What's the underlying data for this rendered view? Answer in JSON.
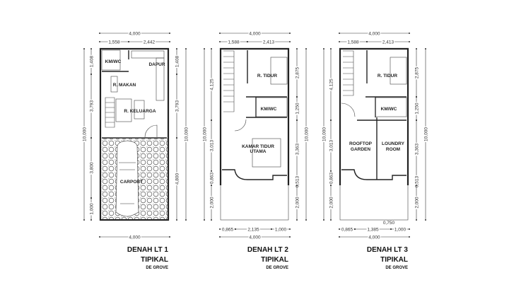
{
  "plans": [
    {
      "title": "DENAH LT 1",
      "subtitle": "TIPIKAL",
      "brand": "DE GROVE",
      "rooms": [
        "KM/WC",
        "DAPUR",
        "R. MAKAN",
        "R. KELUARGA",
        "CARPORT"
      ],
      "dims_top": [
        "4,000",
        "1,558",
        "2,442"
      ],
      "dims_left": [
        "10,000",
        "1,408",
        "3,793",
        "3,800",
        "1,000"
      ],
      "dims_right": [
        "10,000",
        "1,408",
        "3,793",
        "4,800"
      ],
      "dims_bottom": [
        "4,000"
      ]
    },
    {
      "title": "DENAH LT 2",
      "subtitle": "TIPIKAL",
      "brand": "DE GROVE",
      "rooms": [
        "R. TIDUR",
        "KM/WC",
        "KAMAR TIDUR",
        "UTAMA"
      ],
      "dims_top": [
        "4,000",
        "1,588",
        "2,413"
      ],
      "dims_left": [
        "10,000",
        "4,125",
        "3,013",
        "0,863",
        "2,000"
      ],
      "dims_right": [
        "10,000",
        "2,875",
        "1,250",
        "3,363",
        "0,513",
        "2,000"
      ],
      "dims_bottom": [
        "0,865",
        "2,135",
        "1,000",
        "4,000"
      ]
    },
    {
      "title": "DENAH LT 3",
      "subtitle": "TIPIKAL",
      "brand": "DE GROVE",
      "rooms": [
        "R. TIDUR",
        "KM/WC",
        "ROOFTOP",
        "GARDEN",
        "LOUNDRY",
        "ROOM"
      ],
      "dims_top": [
        "4,000",
        "1,588",
        "2,413"
      ],
      "dims_left": [
        "10,000",
        "4,125",
        "3,013",
        "0,863",
        "2,000"
      ],
      "dims_right": [
        "10,000",
        "2,875",
        "1,250",
        "3,363",
        "0,513",
        "2,000"
      ],
      "dims_bottom": [
        "0,750",
        "0,865",
        "1,385",
        "1,000",
        "4,000"
      ]
    }
  ]
}
